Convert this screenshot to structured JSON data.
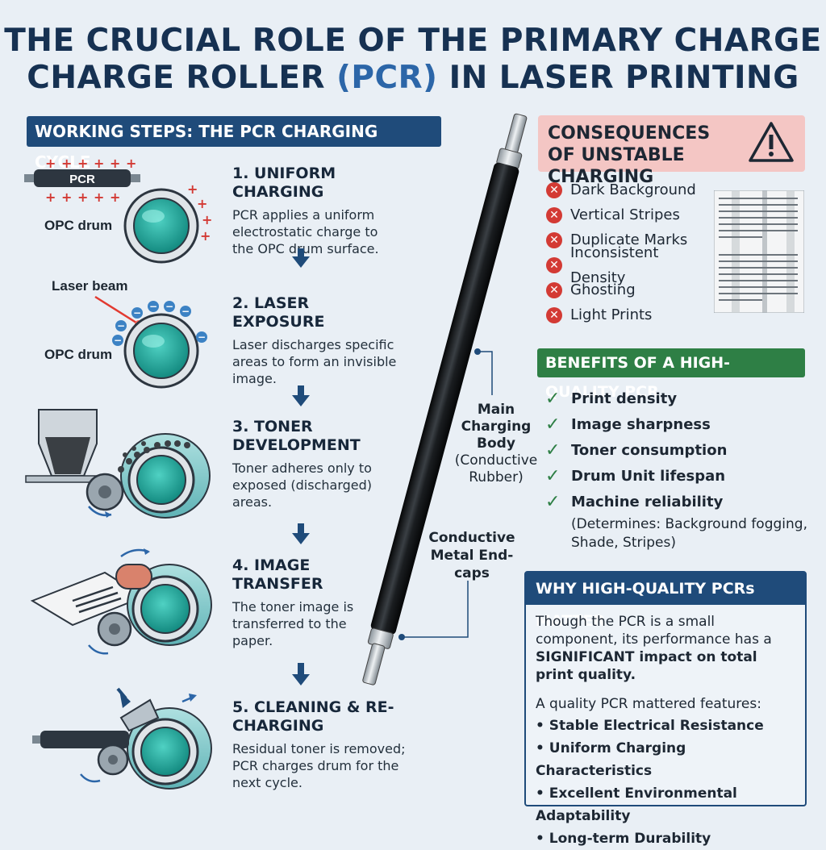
{
  "title": {
    "line1": "THE CRUCIAL ROLE OF THE PRIMARY CHARGE",
    "line2_a": "CHARGE ROLLER ",
    "line2_b": "(PCR)",
    "line2_c": " IN LASER PRINTING"
  },
  "steps_header": "WORKING STEPS: THE PCR CHARGING CYCLE",
  "steps": [
    {
      "title": "1. UNIFORM CHARGING",
      "desc": "PCR applies a uniform electrostatic charge to the OPC drum surface."
    },
    {
      "title": "2. LASER EXPOSURE",
      "desc": "Laser discharges specific areas to form an invisible image."
    },
    {
      "title": "3. TONER DEVELOPMENT",
      "desc": "Toner adheres only to exposed (discharged) areas."
    },
    {
      "title": "4. IMAGE TRANSFER",
      "desc": "The toner image is transferred to the paper."
    },
    {
      "title": "5. CLEANING & RE-CHARGING",
      "desc": "Residual toner is removed; PCR charges drum for the next cycle."
    }
  ],
  "illus_labels": {
    "pcr": "PCR",
    "opc1": "OPC drum",
    "laser": "Laser beam",
    "opc2": "OPC drum"
  },
  "roller_labels": {
    "body": "Main Charging Body",
    "body_sub": "(Conductive Rubber)",
    "caps": "Conductive Metal End-caps"
  },
  "consequences": {
    "title": "CONSEQUENCES OF UNSTABLE CHARGING",
    "items": [
      "Dark Background",
      "Vertical Stripes",
      "Duplicate Marks",
      "Inconsistent Density",
      "Ghosting",
      "Light Prints"
    ]
  },
  "benefits": {
    "title": "BENEFITS OF A HIGH-QUALITY PCR",
    "items": [
      "Print density",
      "Image sharpness",
      "Toner consumption",
      "Drum Unit lifespan",
      "Machine reliability"
    ],
    "note": "(Determines: Background fogging, Shade, Stripes)"
  },
  "why": {
    "title": "WHY HIGH-QUALITY PCRs MATTER",
    "p1_a": "Though the PCR is a small component, its performance has a ",
    "p1_b": "SIGNIFICANT",
    "p1_c": " impact on total print quality.",
    "p2": "A quality PCR mattered features:",
    "features": [
      "Stable Electrical Resistance",
      "Uniform Charging Characteristics",
      "Excellent Environmental Adaptability",
      "Long-term Durability"
    ]
  },
  "colors": {
    "navy": "#1f4b7a",
    "green": "#2e7f45",
    "red": "#d33a34",
    "teal": "#1fa39a",
    "pink": "#f4c6c4"
  }
}
